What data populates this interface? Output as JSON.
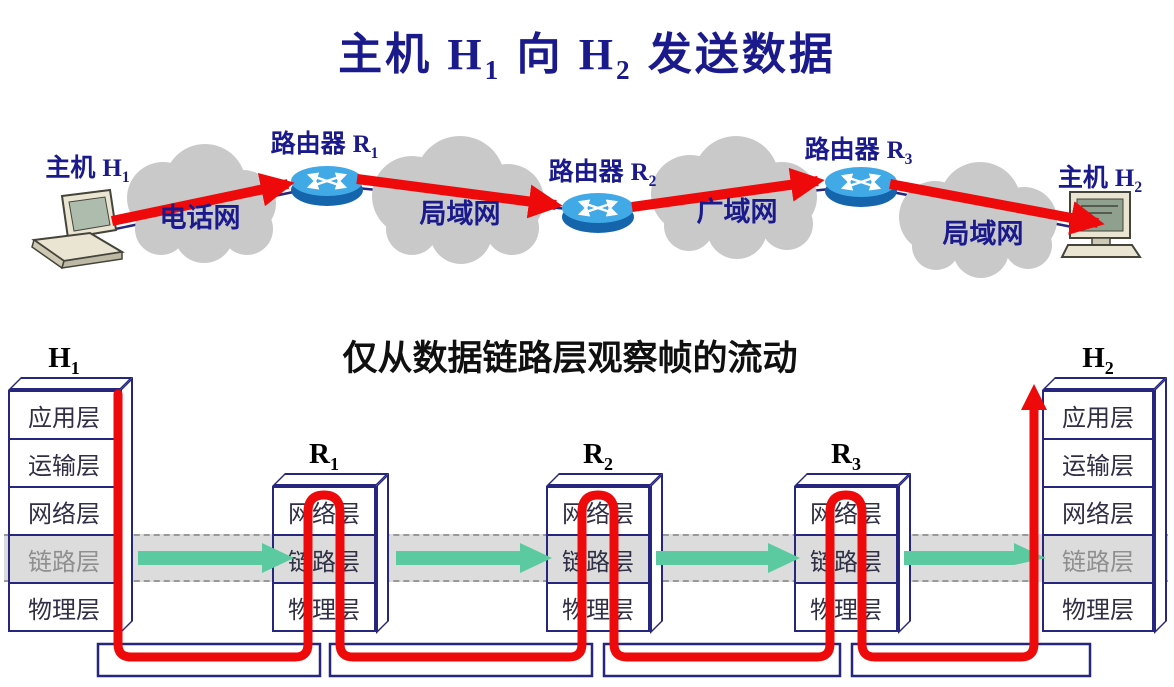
{
  "title": {
    "prefix": "主机 ",
    "h1_letter": "H",
    "h1_sub": "1",
    "middle": " 向 ",
    "h2_letter": "H",
    "h2_sub": "2",
    "suffix": " 发送数据"
  },
  "section2_title": "仅从数据链路层观察帧的流动",
  "colors": {
    "title_navy": "#1a1a8c",
    "line_navy": "#26267e",
    "flow_red": "#ee0a0a",
    "frame_teal": "#5bcaa0",
    "cloud_gray": "#c9c9c9",
    "band_gray": "#dcdcdc",
    "muted_text": "#8f8f8f",
    "router_blue_top": "#41aae6",
    "router_blue_body": "#1565ad"
  },
  "topology": {
    "host1_label": {
      "prefix": "主机 ",
      "letter": "H",
      "sub": "1"
    },
    "router1_label": {
      "prefix": "路由器 ",
      "letter": "R",
      "sub": "1"
    },
    "router2_label": {
      "prefix": "路由器 ",
      "letter": "R",
      "sub": "2"
    },
    "router3_label": {
      "prefix": "路由器 ",
      "letter": "R",
      "sub": "3"
    },
    "host2_label": {
      "prefix": "主机 ",
      "letter": "H",
      "sub": "2"
    },
    "clouds": [
      {
        "label": "电话网"
      },
      {
        "label": "局域网"
      },
      {
        "label": "广域网"
      },
      {
        "label": "局域网"
      }
    ]
  },
  "stacks": {
    "h1": {
      "letter": "H",
      "sub": "1",
      "layers": [
        "应用层",
        "运输层",
        "网络层",
        "链路层",
        "物理层"
      ]
    },
    "r1": {
      "letter": "R",
      "sub": "1",
      "layers": [
        "网络层",
        "链路层",
        "物理层"
      ]
    },
    "r2": {
      "letter": "R",
      "sub": "2",
      "layers": [
        "网络层",
        "链路层",
        "物理层"
      ]
    },
    "r3": {
      "letter": "R",
      "sub": "3",
      "layers": [
        "网络层",
        "链路层",
        "物理层"
      ]
    },
    "h2": {
      "letter": "H",
      "sub": "2",
      "layers": [
        "应用层",
        "运输层",
        "网络层",
        "链路层",
        "物理层"
      ]
    }
  }
}
